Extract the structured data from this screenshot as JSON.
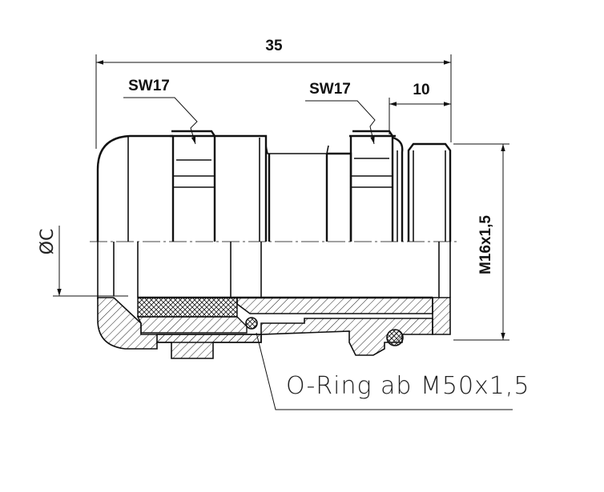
{
  "labels": {
    "total_length": "35",
    "wrench_left": "SW17",
    "wrench_right": "SW17",
    "thread_length": "10",
    "thread": "M16x1,5",
    "diameter": "ØC",
    "oring_note": "O-Ring ab M50x1,5"
  }
}
